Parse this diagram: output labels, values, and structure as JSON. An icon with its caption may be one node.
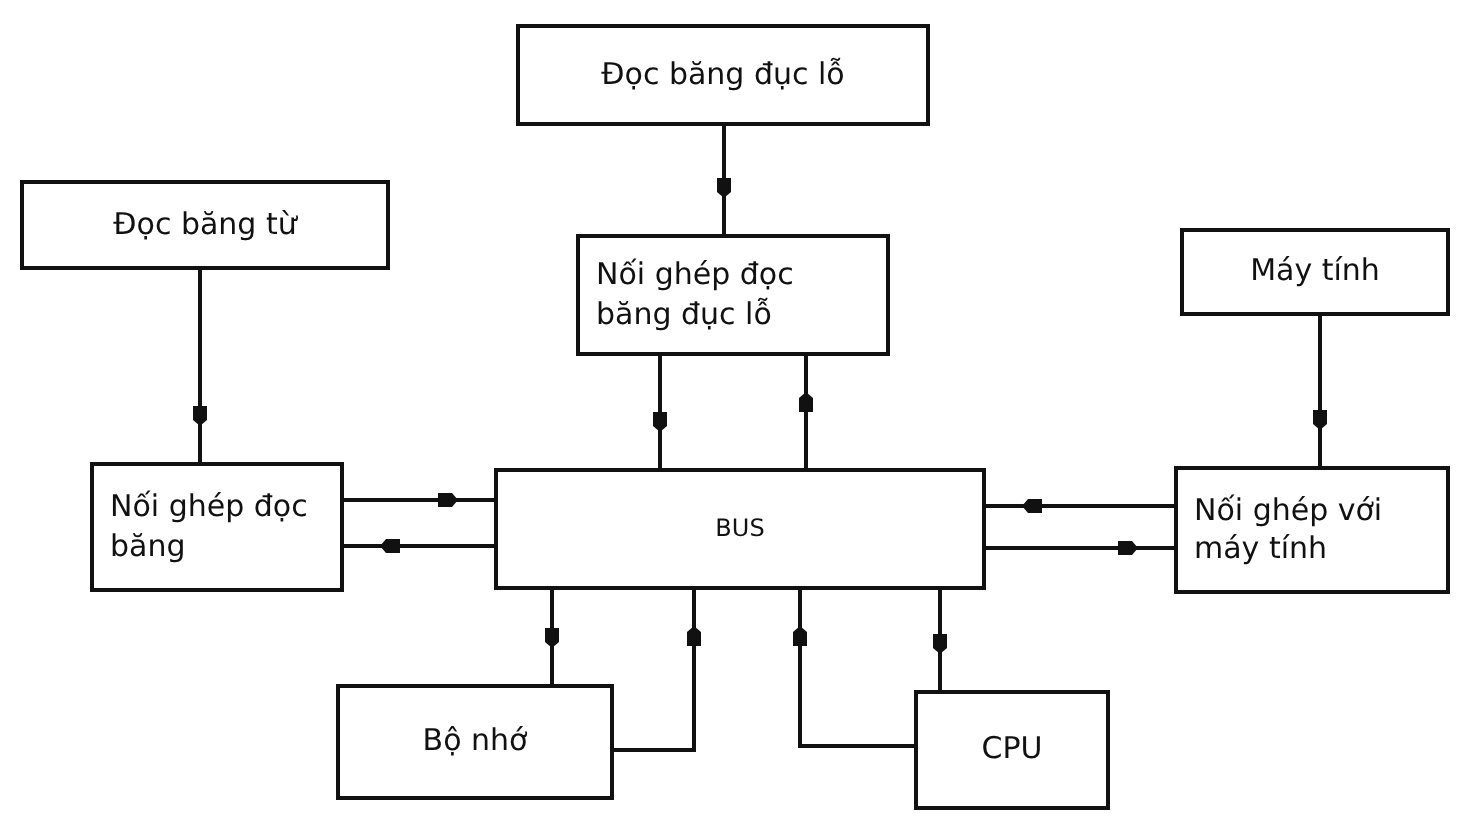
{
  "diagram": {
    "nodes": [
      {
        "text": [
          "Đọc băng đục lỗ"
        ]
      },
      {
        "text": [
          "Đọc băng từ"
        ]
      },
      {
        "text": [
          "Nối ghép đọc băng đục lỗ"
        ]
      },
      {
        "text": [
          "Máy tính"
        ]
      },
      {
        "text": [
          "Nối ghép đọc băng"
        ]
      },
      {
        "text": [
          "BUS"
        ]
      },
      {
        "text": [
          "Nối ghép với máy tính"
        ]
      },
      {
        "text": [
          "Bộ nhớ"
        ]
      },
      {
        "text": [
          "CPU"
        ]
      }
    ],
    "edges": [
      {
        "from": 1,
        "to": 4,
        "arrow": "to"
      },
      {
        "from": 0,
        "to": 2,
        "arrow": "to"
      },
      {
        "from": 2,
        "to": 5,
        "arrow": "to"
      },
      {
        "from": 5,
        "to": 2,
        "arrow": "to"
      },
      {
        "from": 4,
        "to": 5,
        "arrow": "to"
      },
      {
        "from": 5,
        "to": 4,
        "arrow": "to"
      },
      {
        "from": 3,
        "to": 6,
        "arrow": "to"
      },
      {
        "from": 6,
        "to": 5,
        "arrow": "to"
      },
      {
        "from": 5,
        "to": 6,
        "arrow": "to"
      },
      {
        "from": 5,
        "to": 7,
        "arrow": "to"
      },
      {
        "from": 7,
        "to": 5,
        "arrow": "to"
      },
      {
        "from": 8,
        "to": 5,
        "arrow": "to"
      },
      {
        "from": 5,
        "to": 8,
        "arrow": "to"
      }
    ]
  }
}
